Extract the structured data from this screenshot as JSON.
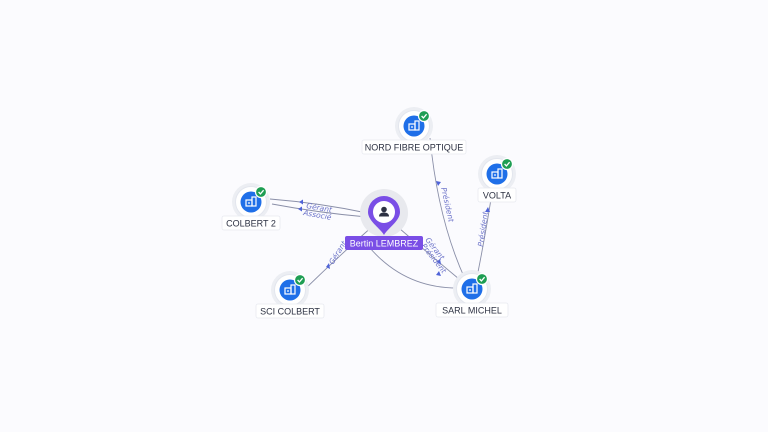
{
  "colors": {
    "background": "#fbfbfe",
    "company": "#1f6fe8",
    "verified": "#1e9e53",
    "person": "#7a4ee6",
    "edge": "#8a8fa8",
    "edge_label": "#6c73c9"
  },
  "person": {
    "name": "Bertin LEMBREZ",
    "icon": "user-icon"
  },
  "companies": [
    {
      "id": "nord",
      "name": "NORD FIBRE OPTIQUE",
      "icon": "building-icon",
      "verified": true
    },
    {
      "id": "volta",
      "name": "VOLTA",
      "icon": "building-icon",
      "verified": true
    },
    {
      "id": "colbert2",
      "name": "COLBERT 2",
      "icon": "building-icon",
      "verified": true
    },
    {
      "id": "sci",
      "name": "SCI COLBERT",
      "icon": "building-icon",
      "verified": true
    },
    {
      "id": "sarl",
      "name": "SARL MICHEL",
      "icon": "building-icon",
      "verified": true
    }
  ],
  "relations": [
    {
      "from": "person",
      "to": "colbert2",
      "labels": [
        "Gérant",
        "Associé"
      ]
    },
    {
      "from": "person",
      "to": "sci",
      "labels": [
        "Gérant"
      ]
    },
    {
      "from": "person",
      "to": "sarl",
      "labels": [
        "Gérant",
        "Président"
      ]
    },
    {
      "from": "sarl",
      "to": "nord",
      "labels": [
        "Président"
      ]
    },
    {
      "from": "sarl",
      "to": "volta",
      "labels": [
        "Président"
      ]
    }
  ]
}
